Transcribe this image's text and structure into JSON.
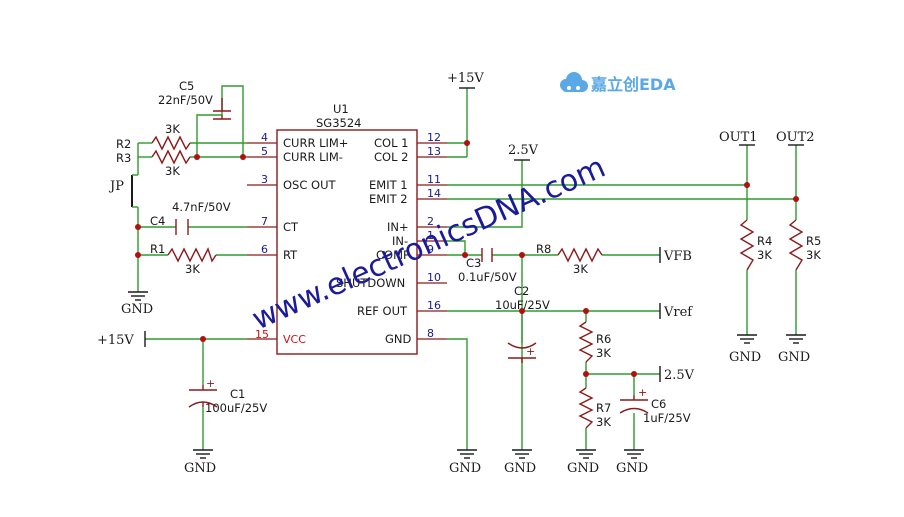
{
  "logo": {
    "text": "嘉立创EDA"
  },
  "watermark": {
    "text": "www.electronicsDNA.com"
  },
  "ic": {
    "ref": "U1",
    "part": "SG3524",
    "pins_left": [
      {
        "num": "4",
        "name": "CURR LIM+"
      },
      {
        "num": "5",
        "name": "CURR LIM-"
      },
      {
        "num": "3",
        "name": "OSC OUT"
      },
      {
        "num": "7",
        "name": "CT"
      },
      {
        "num": "6",
        "name": "RT"
      },
      {
        "num": "15",
        "name": "VCC"
      }
    ],
    "pins_right": [
      {
        "num": "12",
        "name": "COL 1"
      },
      {
        "num": "13",
        "name": "COL 2"
      },
      {
        "num": "11",
        "name": "EMIT 1"
      },
      {
        "num": "14",
        "name": "EMIT 2"
      },
      {
        "num": "2",
        "name": "IN+"
      },
      {
        "num": "1",
        "name": "IN-"
      },
      {
        "num": "9",
        "name": "COMP"
      },
      {
        "num": "10",
        "name": "SHUTDOWN"
      },
      {
        "num": "16",
        "name": "REF OUT"
      },
      {
        "num": "8",
        "name": "GND"
      }
    ]
  },
  "components": {
    "c5": {
      "ref": "C5",
      "value": "22nF/50V"
    },
    "r2": {
      "ref": "R2",
      "value": "3K"
    },
    "r3": {
      "ref": "R3",
      "value": "3K"
    },
    "c4": {
      "ref": "C4",
      "value": "4.7nF/50V"
    },
    "r1": {
      "ref": "R1",
      "value": "3K"
    },
    "c1": {
      "ref": "C1",
      "value": "100uF/25V"
    },
    "c3": {
      "ref": "C3",
      "value": "0.1uF/50V"
    },
    "r8": {
      "ref": "R8",
      "value": "3K"
    },
    "c2": {
      "ref": "C2",
      "value": "10uF/25V"
    },
    "r6": {
      "ref": "R6",
      "value": "3K"
    },
    "r7": {
      "ref": "R7",
      "value": "3K"
    },
    "c6": {
      "ref": "C6",
      "value": "1uF/25V"
    },
    "r4": {
      "ref": "R4",
      "value": "3K"
    },
    "r5": {
      "ref": "R5",
      "value": "3K"
    }
  },
  "nets": {
    "jp": "JP",
    "v15_top": "+15V",
    "v15_left": "+15V",
    "v2_5_top": "2.5V",
    "v2_5_right": "2.5V",
    "out1": "OUT1",
    "out2": "OUT2",
    "vfb": "VFB",
    "vref": "Vref",
    "gnd": "GND"
  }
}
